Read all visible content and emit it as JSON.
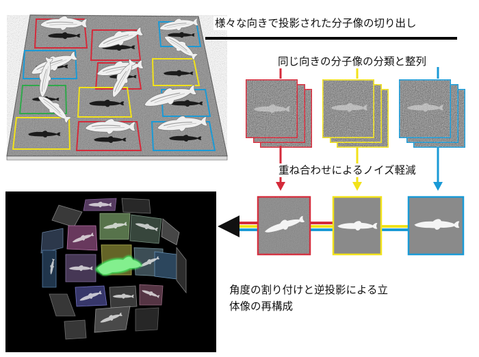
{
  "steps": {
    "extract": "様々な向きで投影された分子像の切り出し",
    "classify": "同じ向きの分子像の分類と整列",
    "denoise": "重ね合わせによるノイズ軽減",
    "reconstruct": "角度の割り付けと逆投影による立体像の再構成"
  },
  "colors": {
    "red": "#d42a3a",
    "yellow": "#f2e21a",
    "blue": "#1a9ad6",
    "green": "#2fa84a",
    "black": "#000000",
    "micrograph_gray": "#8c8c8c",
    "result_panel_gray": "#8a8a8a",
    "reconstruction_bg": "#000000"
  },
  "icons": [
    "dolphin-particle",
    "noisy-particle-image",
    "class-average-image",
    "arrow-left",
    "arrow-down"
  ]
}
